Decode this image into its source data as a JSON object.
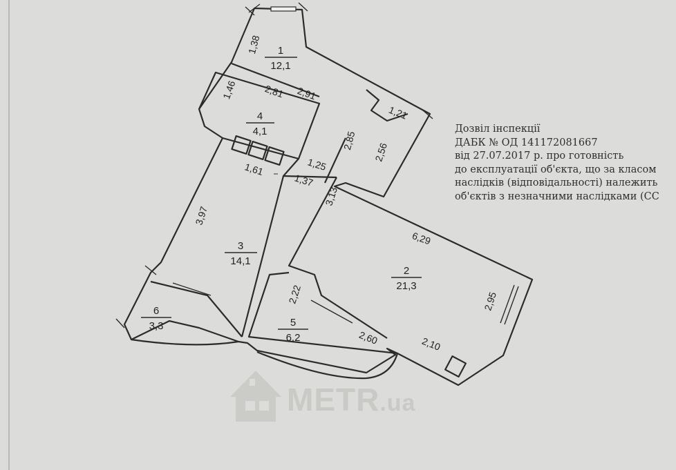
{
  "plan": {
    "rooms": [
      {
        "id": "1",
        "area": "12,1"
      },
      {
        "id": "2",
        "area": "21,3"
      },
      {
        "id": "3",
        "area": "14,1"
      },
      {
        "id": "4",
        "area": "4,1"
      },
      {
        "id": "5",
        "area": "6,2"
      },
      {
        "id": "6",
        "area": "3,3"
      }
    ],
    "dimensions": [
      "1,38",
      "1,46",
      "2,81",
      "2,91",
      "1,21",
      "2,85",
      "2,56",
      "1,61",
      "1,25",
      "1,37",
      "3,97",
      "3,13",
      "6,29",
      "2,22",
      "2,95",
      "2,60",
      "2,10"
    ]
  },
  "note": {
    "lines": [
      "Дозвіл інспекції",
      "ДАБК № ОД 141172081667",
      "від 27.07.2017 р. про готовність",
      "до експлуатації об'єкта, що за класом",
      "наслідків (відповідальності) належить",
      "об'єктів з незначними наслідками (СС"
    ]
  },
  "watermark": {
    "brand": "METR",
    "domain": ".ua"
  }
}
